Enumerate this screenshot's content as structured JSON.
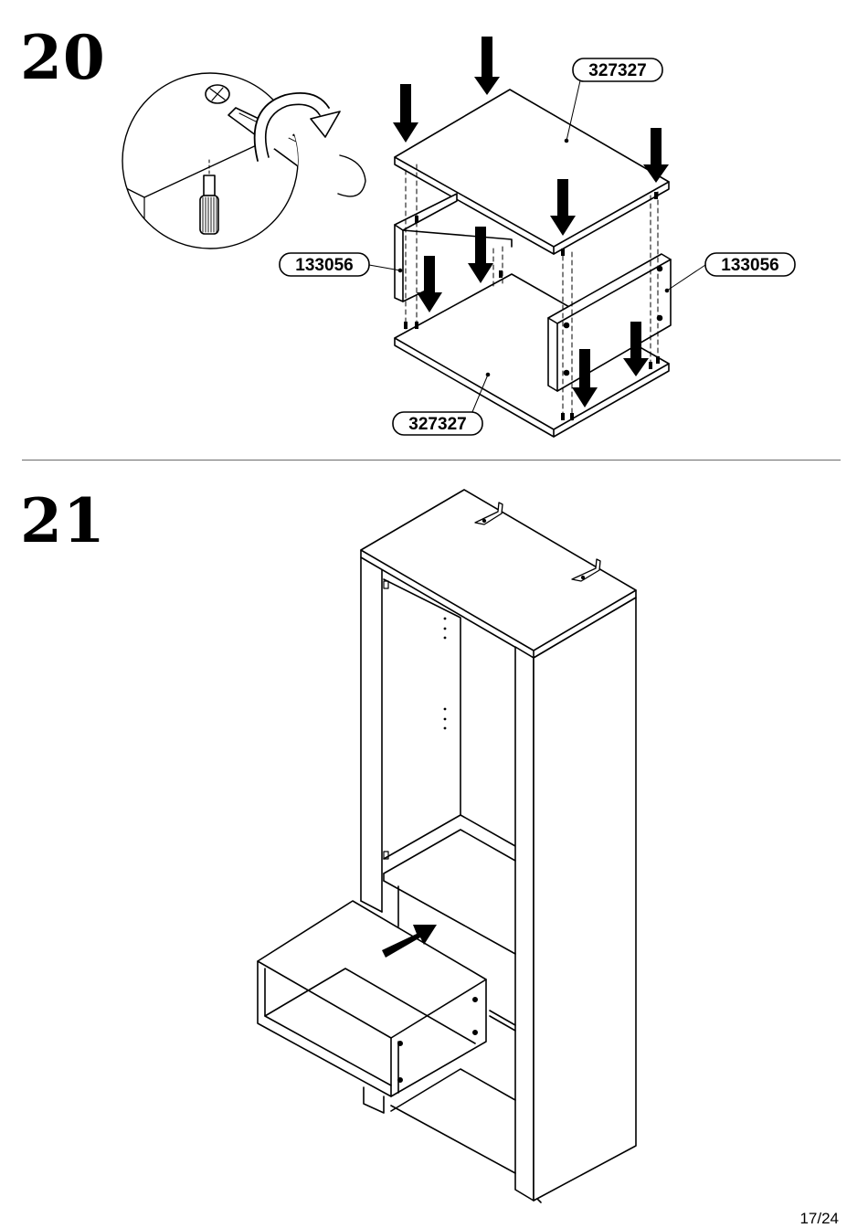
{
  "steps": [
    {
      "number": "20"
    },
    {
      "number": "21"
    }
  ],
  "parts": {
    "top_panel": "327327",
    "bottom_panel": "327327",
    "left_side": "133056",
    "right_side": "133056"
  },
  "page": {
    "number": "17/24"
  },
  "colors": {
    "line": "#000000",
    "divider": "#6b6b6b",
    "background": "#ffffff"
  }
}
